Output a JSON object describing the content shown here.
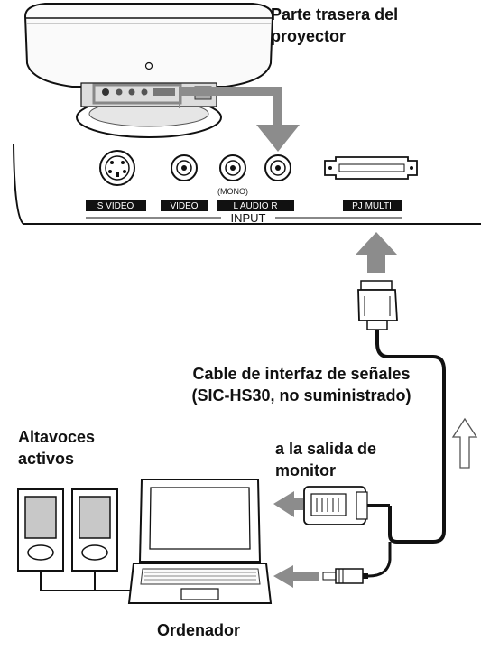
{
  "labels": {
    "projector_rear": [
      "Parte trasera del",
      "proyector"
    ],
    "cable": [
      "Cable de interfaz de señales",
      "(SIC-HS30, no suministrado)"
    ],
    "speakers": [
      "Altavoces",
      "activos"
    ],
    "monitor_out": [
      "a la salida de",
      "monitor"
    ],
    "computer": "Ordenador"
  },
  "panel": {
    "ports": {
      "s_video": "S VIDEO",
      "video": "VIDEO",
      "audio": "L  AUDIO  R",
      "pj_multi": "PJ MULTI"
    },
    "mono": "(MONO)",
    "input": "INPUT"
  },
  "icons": [
    "projector-body",
    "s-video-jack",
    "rca-jack",
    "pj-multi-connector",
    "cable-plug",
    "vga-connector",
    "audio-plug",
    "speaker",
    "laptop",
    "arrow"
  ],
  "colors": {
    "arrow": "#8c8c8c",
    "line": "#111111",
    "plate": "#111111"
  }
}
